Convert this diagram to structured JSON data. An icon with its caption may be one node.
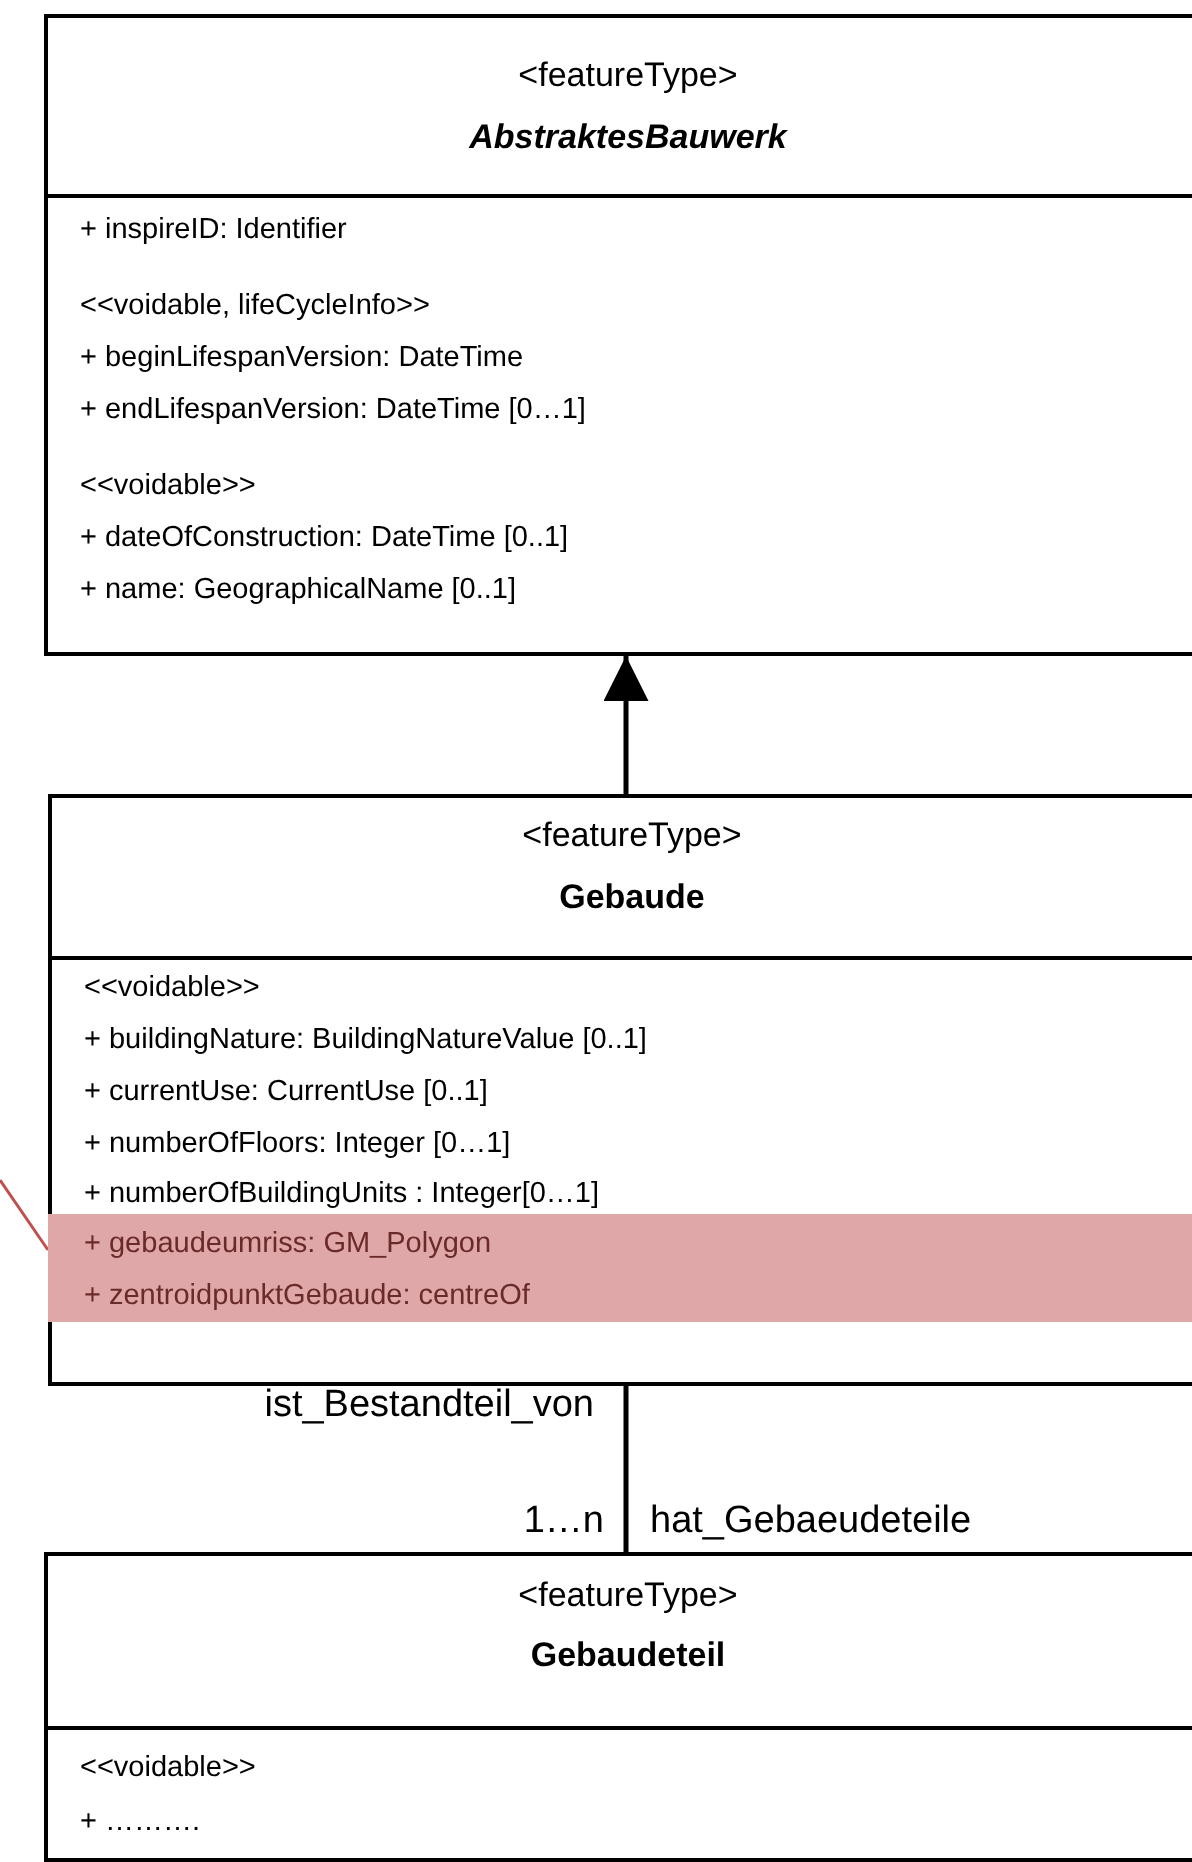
{
  "diagram": {
    "nodes": [
      {
        "text": [
          "<featureType>",
          "AbstraktesBauwerk",
          "+ inspireID: Identifier",
          "<<voidable, lifeCycleInfo>>",
          "+ beginLifespanVersion: DateTime",
          "+ endLifespanVersion: DateTime [0…1]",
          "<<voidable>>",
          "+ dateOfConstruction: DateTime [0..1]",
          "+ name: GeographicalName [0..1]"
        ]
      },
      {
        "text": [
          "<featureType>",
          "Gebaude",
          "<<voidable>>",
          "+ buildingNature: BuildingNatureValue [0..1]",
          "+ currentUse: CurrentUse [0..1]",
          "+ numberOfFloors: Integer [0…1]",
          "+ numberOfBuildingUnits : Integer[0…1]"
        ]
      },
      {
        "text": [
          "+ gebaudeumriss: GM_Polygon",
          "+ zentroidpunktGebaude: centreOf"
        ],
        "in": 1
      },
      {
        "text": [
          "<featureType>",
          "Gebaudeteil",
          "<<voidable>>",
          "+ ………."
        ]
      }
    ],
    "edges": [
      {
        "from": 1,
        "to": 0,
        "arrow": "to"
      },
      {
        "from": 1,
        "to": 3,
        "arrow": "none"
      },
      {
        "from": null,
        "to": 2,
        "arrow": "none",
        "color": "#c0504d"
      }
    ],
    "labels": [
      "ist_Bestandteil_von",
      "1…n",
      "hat_Gebaeudeteile"
    ]
  }
}
